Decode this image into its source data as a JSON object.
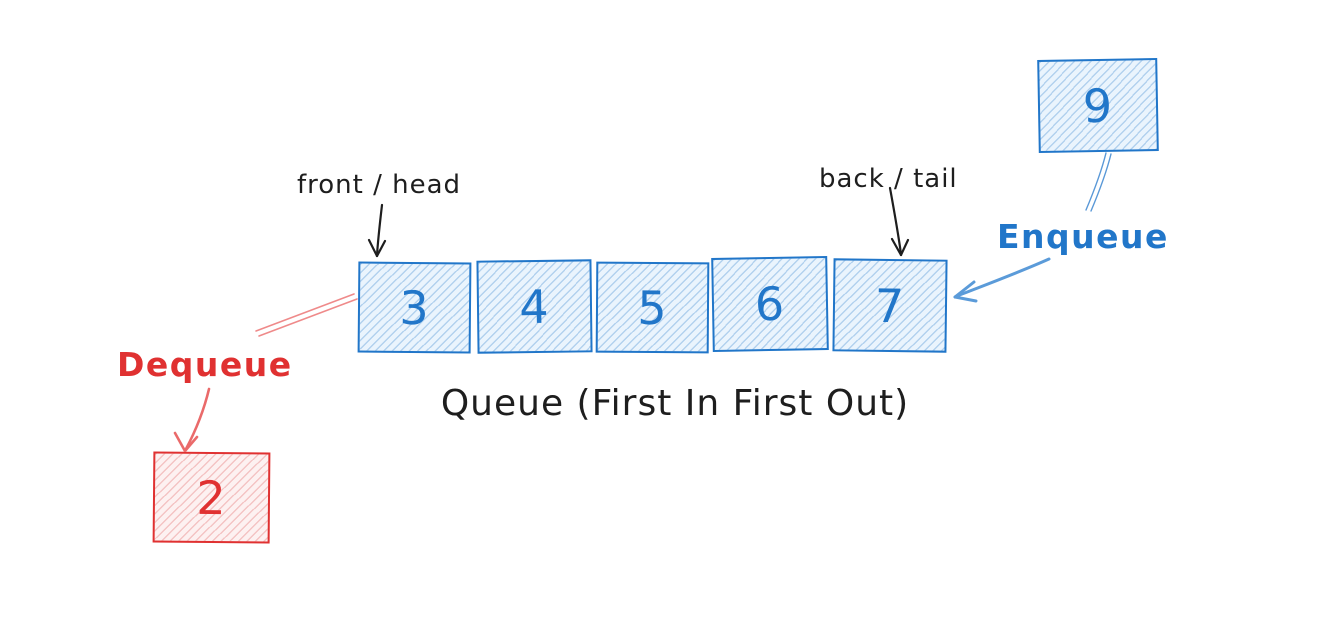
{
  "diagram": {
    "title": "Queue (First In First Out)",
    "queue": {
      "front_label": "front / head",
      "back_label": "back / tail",
      "items": [
        "3",
        "4",
        "5",
        "6",
        "7"
      ]
    },
    "enqueue": {
      "label": "Enqueue",
      "incoming_value": "9"
    },
    "dequeue": {
      "label": "Dequeue",
      "removed_value": "2"
    },
    "colors": {
      "blue": "#2176c9",
      "blue_fill": "#eaf4fd",
      "red": "#e03131",
      "red_fill": "#fdf1f1",
      "ink": "#1e1e1e"
    }
  }
}
